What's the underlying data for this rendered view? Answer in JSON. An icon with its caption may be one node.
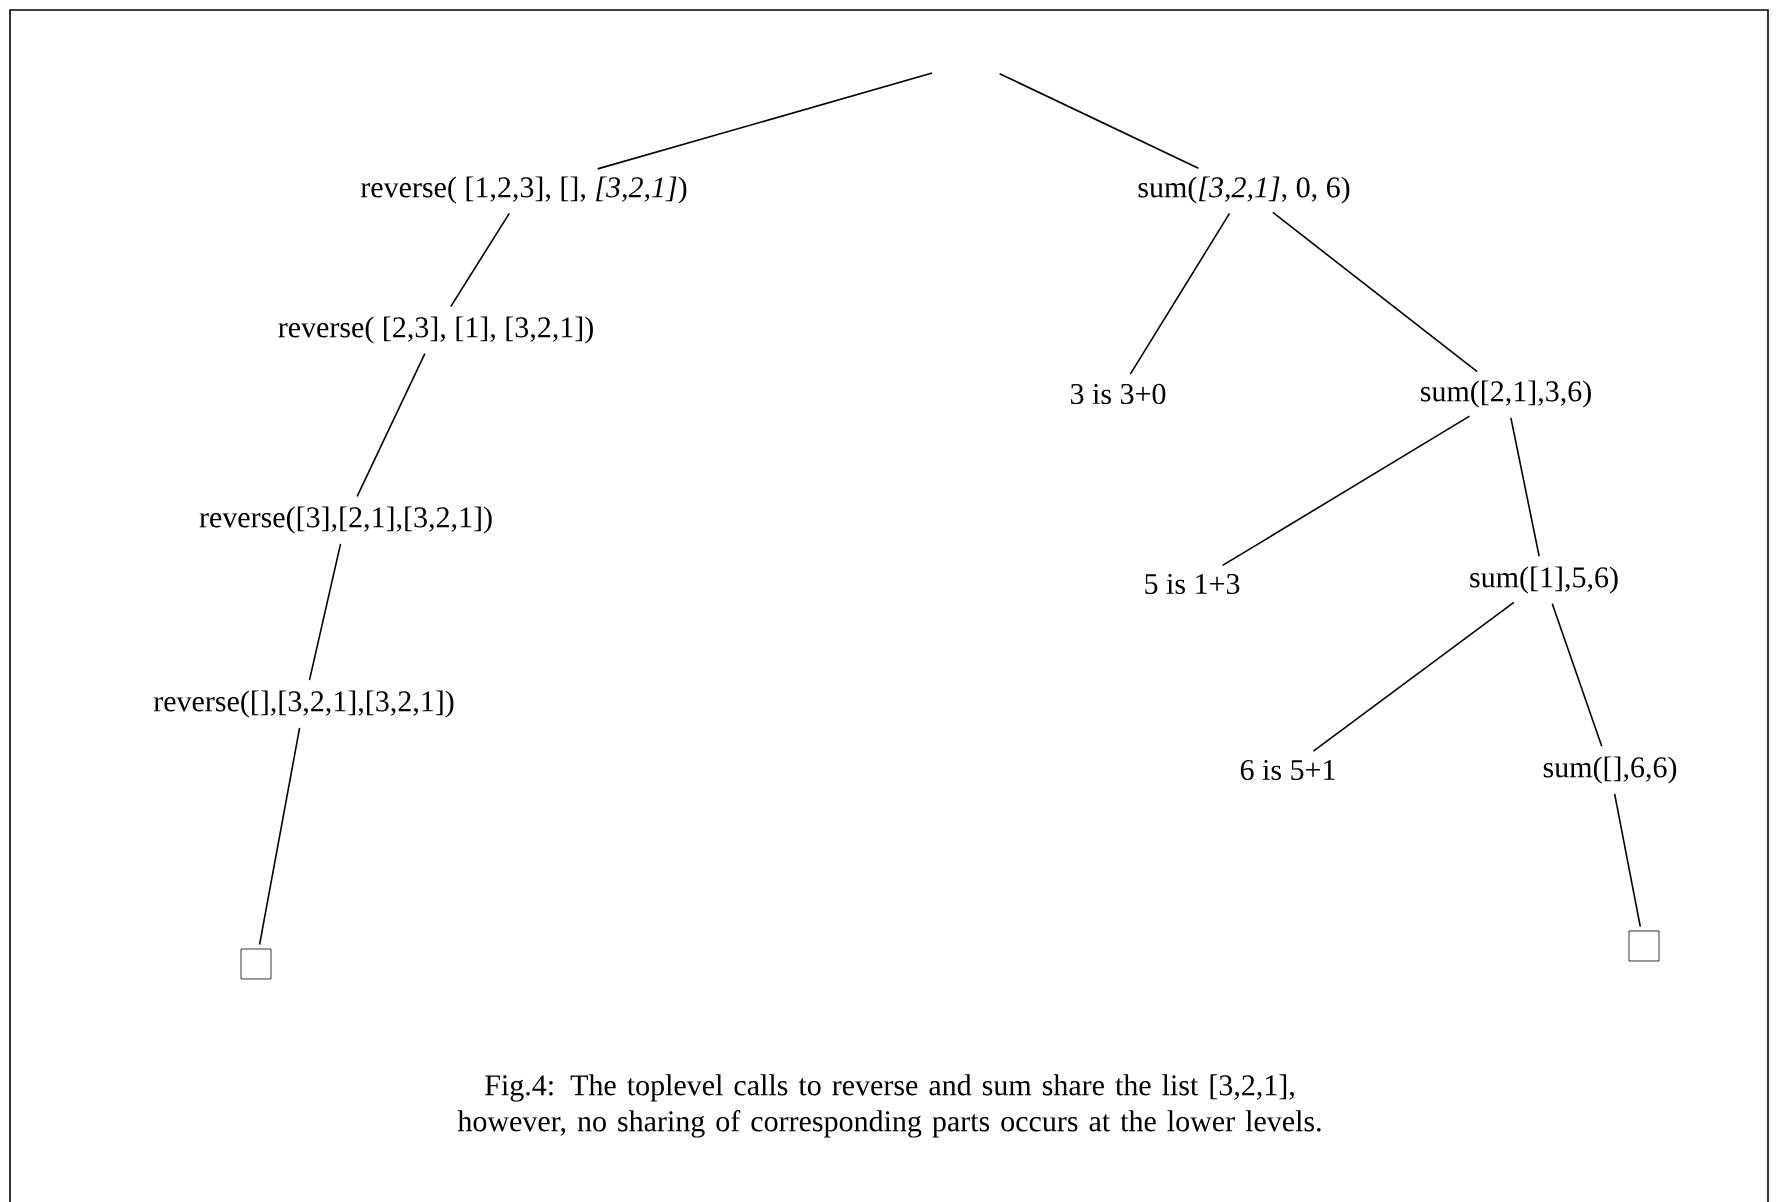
{
  "diagram": {
    "caption": "Fig.4: The toplevel calls to reverse and sum share the list [3,2,1], however, no sharing of corresponding parts occurs at the lower levels.",
    "nodes": [
      {
        "text": [
          "reverse( [1,2,3], [], *[3,2,1]*)"
        ]
      },
      {
        "text": [
          "sum(*[3,2,1]*, 0, 6)"
        ]
      },
      {
        "text": [
          "reverse( [2,3], [1], [3,2,1])"
        ]
      },
      {
        "text": [
          "reverse([3],[2,1],[3,2,1])"
        ]
      },
      {
        "text": [
          "reverse([],[3,2,1],[3,2,1])"
        ]
      },
      {
        "text": [],
        "shape": "box"
      },
      {
        "text": [
          "3 is 3+0"
        ]
      },
      {
        "text": [
          "sum([2,1],3,6)"
        ]
      },
      {
        "text": [
          "5 is 1+3"
        ]
      },
      {
        "text": [
          "sum([1],5,6)"
        ]
      },
      {
        "text": [
          "6 is 5+1"
        ]
      },
      {
        "text": [
          "sum([],6,6)"
        ]
      },
      {
        "text": [],
        "shape": "box"
      }
    ],
    "edges": [
      {
        "from": null,
        "to": 0,
        "arrow": "none"
      },
      {
        "from": null,
        "to": 1,
        "arrow": "none"
      },
      {
        "from": 0,
        "to": 2,
        "arrow": "none"
      },
      {
        "from": 2,
        "to": 3,
        "arrow": "none"
      },
      {
        "from": 3,
        "to": 4,
        "arrow": "none"
      },
      {
        "from": 4,
        "to": 5,
        "arrow": "none"
      },
      {
        "from": 1,
        "to": 6,
        "arrow": "none"
      },
      {
        "from": 1,
        "to": 7,
        "arrow": "none"
      },
      {
        "from": 7,
        "to": 8,
        "arrow": "none"
      },
      {
        "from": 7,
        "to": 9,
        "arrow": "none"
      },
      {
        "from": 9,
        "to": 10,
        "arrow": "none"
      },
      {
        "from": 9,
        "to": 11,
        "arrow": "none"
      },
      {
        "from": 11,
        "to": 12,
        "arrow": "none"
      }
    ]
  }
}
